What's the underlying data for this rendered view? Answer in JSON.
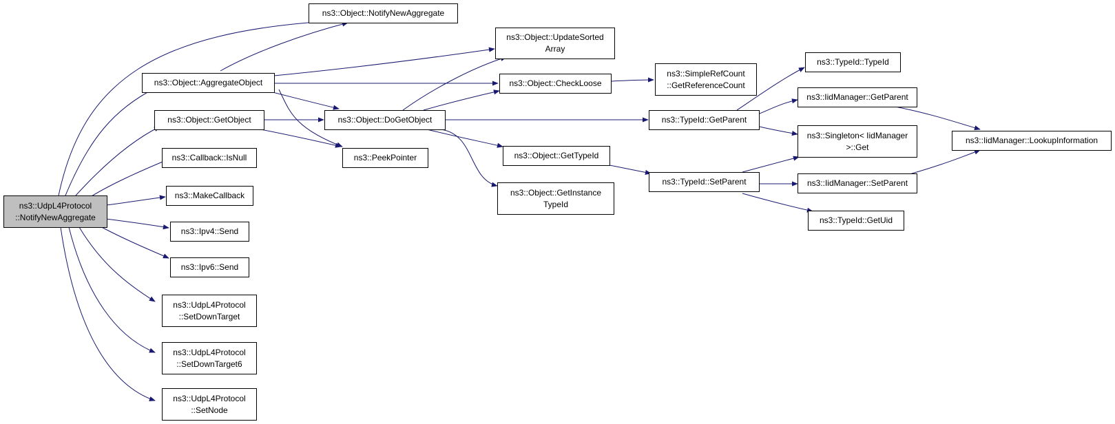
{
  "colors": {
    "edge": "#191970",
    "root_fill": "#bfbfbf",
    "node_fill": "#ffffff",
    "node_border": "#000000"
  },
  "nodes": [
    {
      "id": "root",
      "lines": [
        "ns3::UdpL4Protocol",
        "::NotifyNewAggregate"
      ]
    },
    {
      "id": "notify_new_aggregate",
      "lines": [
        "ns3::Object::NotifyNewAggregate"
      ]
    },
    {
      "id": "aggregate_object",
      "lines": [
        "ns3::Object::AggregateObject"
      ]
    },
    {
      "id": "get_object",
      "lines": [
        "ns3::Object::GetObject"
      ]
    },
    {
      "id": "callback_isnull",
      "lines": [
        "ns3::Callback::IsNull"
      ]
    },
    {
      "id": "make_callback",
      "lines": [
        "ns3::MakeCallback"
      ]
    },
    {
      "id": "ipv4_send",
      "lines": [
        "ns3::Ipv4::Send"
      ]
    },
    {
      "id": "ipv6_send",
      "lines": [
        "ns3::Ipv6::Send"
      ]
    },
    {
      "id": "set_down_target",
      "lines": [
        "ns3::UdpL4Protocol",
        "::SetDownTarget"
      ]
    },
    {
      "id": "set_down_target6",
      "lines": [
        "ns3::UdpL4Protocol",
        "::SetDownTarget6"
      ]
    },
    {
      "id": "set_node",
      "lines": [
        "ns3::UdpL4Protocol",
        "::SetNode"
      ]
    },
    {
      "id": "update_sorted_array",
      "lines": [
        "ns3::Object::UpdateSorted",
        "Array"
      ]
    },
    {
      "id": "check_loose",
      "lines": [
        "ns3::Object::CheckLoose"
      ]
    },
    {
      "id": "do_get_object",
      "lines": [
        "ns3::Object::DoGetObject"
      ]
    },
    {
      "id": "peek_pointer",
      "lines": [
        "ns3::PeekPointer"
      ]
    },
    {
      "id": "get_type_id",
      "lines": [
        "ns3::Object::GetTypeId"
      ]
    },
    {
      "id": "get_instance_type_id",
      "lines": [
        "ns3::Object::GetInstance",
        "TypeId"
      ]
    },
    {
      "id": "get_reference_count",
      "lines": [
        "ns3::SimpleRefCount",
        "::GetReferenceCount"
      ]
    },
    {
      "id": "typeid_get_parent",
      "lines": [
        "ns3::TypeId::GetParent"
      ]
    },
    {
      "id": "typeid_set_parent",
      "lines": [
        "ns3::TypeId::SetParent"
      ]
    },
    {
      "id": "typeid_typeid",
      "lines": [
        "ns3::TypeId::TypeId"
      ]
    },
    {
      "id": "iidmanager_get_parent",
      "lines": [
        "ns3::IidManager::GetParent"
      ]
    },
    {
      "id": "singleton_get",
      "lines": [
        "ns3::Singleton< IidManager",
        ">::Get"
      ]
    },
    {
      "id": "iidmanager_set_parent",
      "lines": [
        "ns3::IidManager::SetParent"
      ]
    },
    {
      "id": "typeid_get_uid",
      "lines": [
        "ns3::TypeId::GetUid"
      ]
    },
    {
      "id": "lookup_information",
      "lines": [
        "ns3::IidManager::LookupInformation"
      ]
    }
  ]
}
